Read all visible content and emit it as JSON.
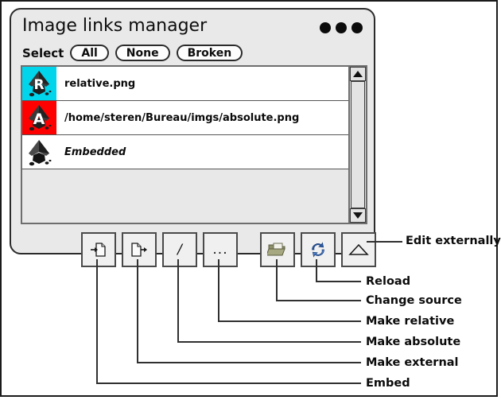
{
  "dialog": {
    "title": "Image links manager",
    "window_dots": [
      "dot-1",
      "dot-2",
      "dot-3"
    ],
    "select": {
      "label": "Select",
      "buttons": [
        {
          "id": "all",
          "label": "All"
        },
        {
          "id": "none",
          "label": "None"
        },
        {
          "id": "broken",
          "label": "Broken"
        }
      ]
    },
    "list": {
      "rows": [
        {
          "id": "relative",
          "name": "relative.png",
          "badge": "R",
          "badge_color": "#00d5ec",
          "italic": false
        },
        {
          "id": "absolute",
          "name": "/home/steren/Bureau/imgs/absolute.png",
          "badge": "A",
          "badge_color": "#ff0000",
          "italic": false
        },
        {
          "id": "embedded",
          "name": "Embedded",
          "badge": "",
          "badge_color": "none",
          "italic": true
        }
      ],
      "scrollbar": {
        "up_icon": "triangle-up-icon",
        "down_icon": "triangle-down-icon"
      }
    },
    "toolbar": [
      {
        "id": "embed",
        "icon": "document-arrow-in-icon",
        "glyph": "",
        "title": "Embed"
      },
      {
        "id": "make-external",
        "icon": "document-arrow-out-icon",
        "glyph": "",
        "title": "Make external"
      },
      {
        "id": "make-absolute",
        "icon": "slash-icon",
        "glyph": "/",
        "title": "Make absolute"
      },
      {
        "id": "make-relative",
        "icon": "ellipsis-icon",
        "glyph": "...",
        "title": "Make relative"
      },
      {
        "id": "change-source",
        "icon": "folder-open-icon",
        "glyph": "",
        "title": "Change source"
      },
      {
        "id": "reload",
        "icon": "refresh-circular-icon",
        "glyph": "",
        "title": "Reload"
      },
      {
        "id": "edit-external",
        "icon": "triangle-outline-icon",
        "glyph": "",
        "title": "Edit externally"
      }
    ]
  },
  "annotations": [
    {
      "id": "edit-externally",
      "label": "Edit externally"
    },
    {
      "id": "reload",
      "label": "Reload"
    },
    {
      "id": "change-source",
      "label": "Change source"
    },
    {
      "id": "make-relative",
      "label": "Make relative"
    },
    {
      "id": "make-absolute",
      "label": "Make absolute"
    },
    {
      "id": "make-external",
      "label": "Make external"
    },
    {
      "id": "embed",
      "label": "Embed"
    }
  ],
  "colors": {
    "panel_bg": "#e9e9e9",
    "page_bg": "#ffffff",
    "border": "#2b2b2b",
    "row_bg": "#ffffff",
    "list_bg": "#e8e8e8",
    "accent_relative": "#00d5ec",
    "accent_absolute": "#ff0000",
    "reload_blue": "#2a5caa",
    "folder_olive": "#8d8f6a"
  }
}
